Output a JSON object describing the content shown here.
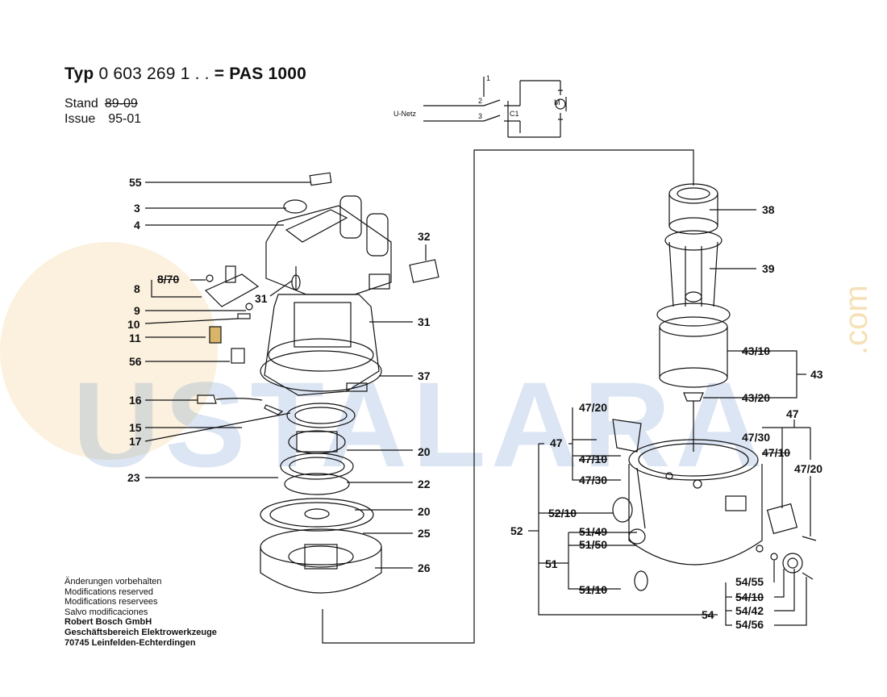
{
  "header": {
    "typ_label": "Typ",
    "typ_number": "0 603 269 1 . .",
    "equals": "=",
    "model": "PAS 1000",
    "stand_label": "Stand",
    "stand_old": "89-09",
    "issue_label": "Issue",
    "issue_value": "95-01"
  },
  "circuit": {
    "supply_label": "U-Netz",
    "motor_label": "M",
    "capacitor_label": "C1",
    "terminal_1": "1",
    "terminal_2": "2",
    "terminal_3": "3"
  },
  "footer": {
    "line_de": "Änderungen vorbehalten",
    "line_en": "Modifications reserved",
    "line_fr": "Modifications reservees",
    "line_es": "Salvo modificaciones",
    "company": "Robert Bosch GmbH",
    "division": "Geschäftsbereich Elektrowerkzeuge",
    "address": "70745 Leinfelden-Echterdingen"
  },
  "watermark": {
    "text": "USTALARA",
    "suffix": ".com",
    "color_primary": "#2a66b8",
    "color_accent": "#e7a833"
  },
  "labels": {
    "l55": "55",
    "l3": "3",
    "l4": "4",
    "l8_70": "8/70",
    "l8": "8",
    "l9": "9",
    "l10": "10",
    "l11": "11",
    "l56": "56",
    "l16": "16",
    "l15": "15",
    "l17": "17",
    "l23": "23",
    "l32": "32",
    "l31a": "31",
    "l31b": "31",
    "l37": "37",
    "l20a": "20",
    "l22": "22",
    "l20b": "20",
    "l25": "25",
    "l26": "26",
    "l38": "38",
    "l39": "39",
    "l43_10": "43/10",
    "l43": "43",
    "l43_20": "43/20",
    "l47_20a": "47/20",
    "l47a": "47",
    "l47_10a": "47/10",
    "l47_30a": "47/30",
    "l47b": "47",
    "l47_30b": "47/30",
    "l47_10b": "47/10",
    "l47_20b": "47/20",
    "l52_10": "52/10",
    "l52": "52",
    "l51_49": "51/49",
    "l51_50": "51/50",
    "l51": "51",
    "l51_10": "51/10",
    "l54_55": "54/55",
    "l54_10": "54/10",
    "l54_42": "54/42",
    "l54": "54",
    "l54_56": "54/56"
  }
}
